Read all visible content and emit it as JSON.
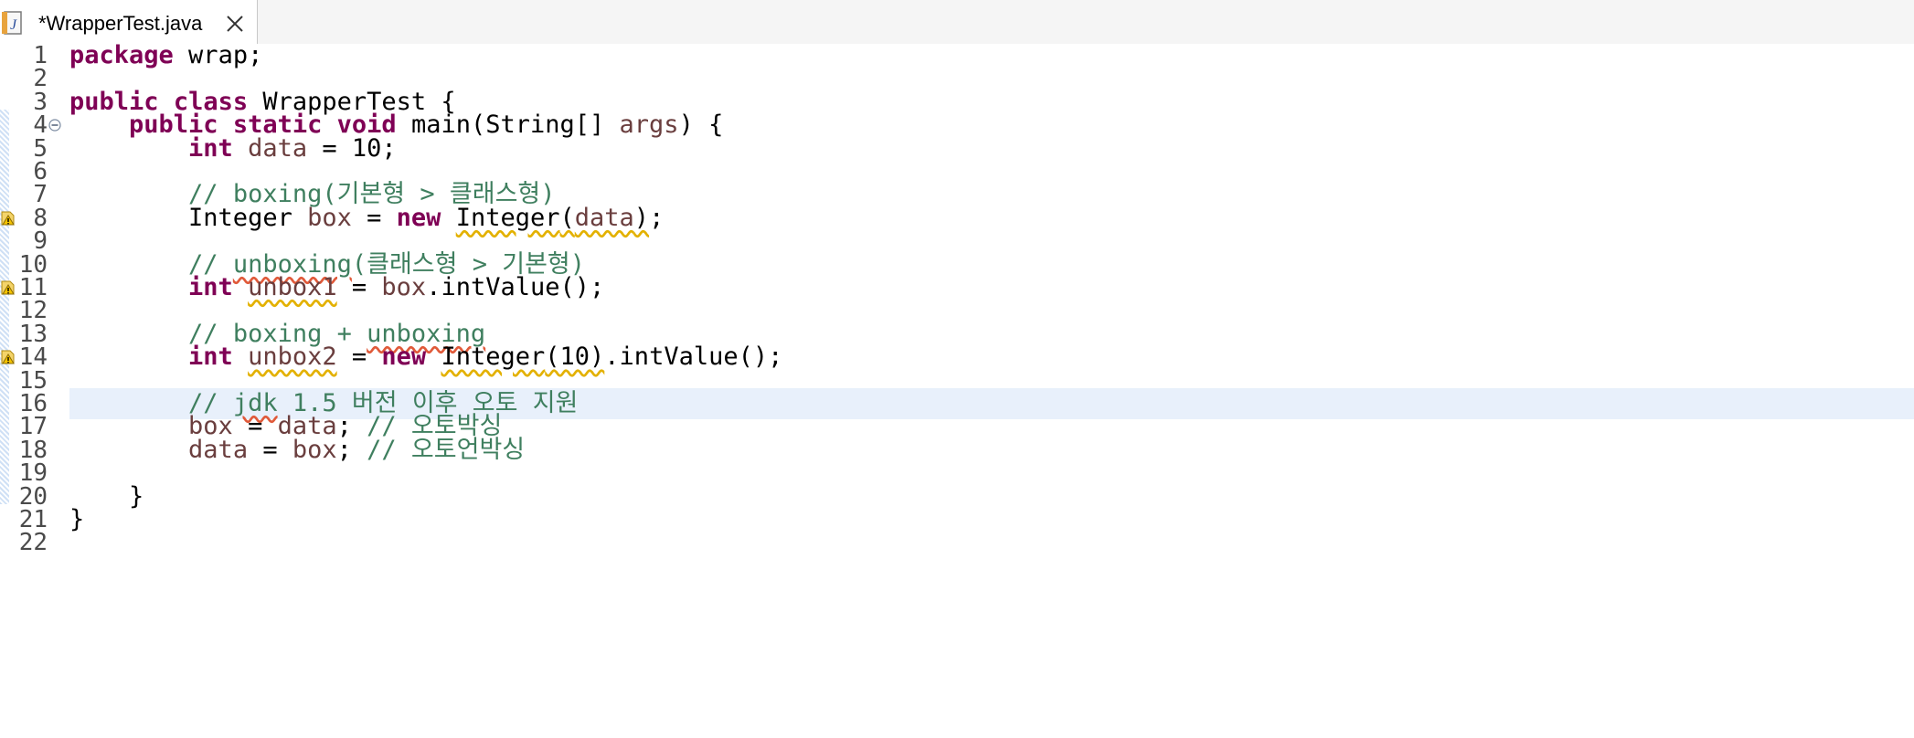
{
  "tab": {
    "title": "*WrapperTest.java",
    "icon": "java-file-icon",
    "close_icon": "close-icon"
  },
  "colors": {
    "keyword": "#7f0055",
    "variable": "#6a3e3e",
    "comment": "#3f7f5f",
    "current_line": "#e8f0fb",
    "warning": "#e3b100"
  },
  "editor": {
    "lines": [
      {
        "number": "1",
        "tokens": [
          {
            "t": "package",
            "c": "kw"
          },
          {
            "t": " wrap;"
          }
        ]
      },
      {
        "number": "2",
        "tokens": []
      },
      {
        "number": "3",
        "tokens": [
          {
            "t": "public",
            "c": "kw"
          },
          {
            "t": " "
          },
          {
            "t": "class",
            "c": "kw"
          },
          {
            "t": " WrapperTest {"
          }
        ]
      },
      {
        "number": "4",
        "fold": true,
        "tokens": [
          {
            "t": "    "
          },
          {
            "t": "public",
            "c": "kw"
          },
          {
            "t": " "
          },
          {
            "t": "static",
            "c": "kw"
          },
          {
            "t": " "
          },
          {
            "t": "void",
            "c": "kw"
          },
          {
            "t": " main(String[] "
          },
          {
            "t": "args",
            "c": "var"
          },
          {
            "t": ") {"
          }
        ]
      },
      {
        "number": "5",
        "tokens": [
          {
            "t": "        "
          },
          {
            "t": "int",
            "c": "kw"
          },
          {
            "t": " "
          },
          {
            "t": "data",
            "c": "var"
          },
          {
            "t": " = 10;"
          }
        ]
      },
      {
        "number": "6",
        "tokens": []
      },
      {
        "number": "7",
        "tokens": [
          {
            "t": "        "
          },
          {
            "t": "// boxing(기본형 > 클래스형)",
            "c": "cm"
          }
        ]
      },
      {
        "number": "8",
        "warning": true,
        "tokens": [
          {
            "t": "        Integer "
          },
          {
            "t": "box",
            "c": "var"
          },
          {
            "t": " = "
          },
          {
            "t": "new",
            "c": "kw"
          },
          {
            "t": " "
          },
          {
            "t": "Integer",
            "c": "dep warn"
          },
          {
            "t": "(",
            "c": "warn"
          },
          {
            "t": "data",
            "c": "var warn"
          },
          {
            "t": ")",
            "c": "warn"
          },
          {
            "t": ";"
          }
        ]
      },
      {
        "number": "9",
        "tokens": []
      },
      {
        "number": "10",
        "tokens": [
          {
            "t": "        "
          },
          {
            "t": "// ",
            "c": "cm"
          },
          {
            "t": "unboxing",
            "c": "cm spell"
          },
          {
            "t": "(클래스형 > 기본형)",
            "c": "cm"
          }
        ]
      },
      {
        "number": "11",
        "warning": true,
        "tokens": [
          {
            "t": "        "
          },
          {
            "t": "int",
            "c": "kw"
          },
          {
            "t": " "
          },
          {
            "t": "unbox1",
            "c": "var warn"
          },
          {
            "t": " = "
          },
          {
            "t": "box",
            "c": "var"
          },
          {
            "t": ".intValue();"
          }
        ]
      },
      {
        "number": "12",
        "tokens": []
      },
      {
        "number": "13",
        "tokens": [
          {
            "t": "        "
          },
          {
            "t": "// boxing + ",
            "c": "cm"
          },
          {
            "t": "unboxing",
            "c": "cm spell"
          }
        ]
      },
      {
        "number": "14",
        "warning": true,
        "tokens": [
          {
            "t": "        "
          },
          {
            "t": "int",
            "c": "kw"
          },
          {
            "t": " "
          },
          {
            "t": "unbox2",
            "c": "var warn"
          },
          {
            "t": " = "
          },
          {
            "t": "new",
            "c": "kw"
          },
          {
            "t": " "
          },
          {
            "t": "Integer",
            "c": "dep warn"
          },
          {
            "t": "(10)",
            "c": "warn"
          },
          {
            "t": ".intValue();"
          }
        ]
      },
      {
        "number": "15",
        "tokens": []
      },
      {
        "number": "16",
        "current": true,
        "tokens": [
          {
            "t": "        "
          },
          {
            "t": "// ",
            "c": "cm"
          },
          {
            "t": "jdk",
            "c": "cm spell"
          },
          {
            "t": " 1.5 버전 이후 오토 지원",
            "c": "cm"
          }
        ]
      },
      {
        "number": "17",
        "tokens": [
          {
            "t": "        "
          },
          {
            "t": "box",
            "c": "var"
          },
          {
            "t": " = "
          },
          {
            "t": "data",
            "c": "var"
          },
          {
            "t": "; "
          },
          {
            "t": "// 오토박싱",
            "c": "cm"
          }
        ]
      },
      {
        "number": "18",
        "tokens": [
          {
            "t": "        "
          },
          {
            "t": "data",
            "c": "var"
          },
          {
            "t": " = "
          },
          {
            "t": "box",
            "c": "var"
          },
          {
            "t": "; "
          },
          {
            "t": "// 오토언박싱",
            "c": "cm"
          }
        ]
      },
      {
        "number": "19",
        "tokens": []
      },
      {
        "number": "20",
        "tokens": [
          {
            "t": "    }"
          }
        ]
      },
      {
        "number": "21",
        "tokens": [
          {
            "t": "}"
          }
        ]
      },
      {
        "number": "22",
        "tokens": []
      }
    ]
  }
}
